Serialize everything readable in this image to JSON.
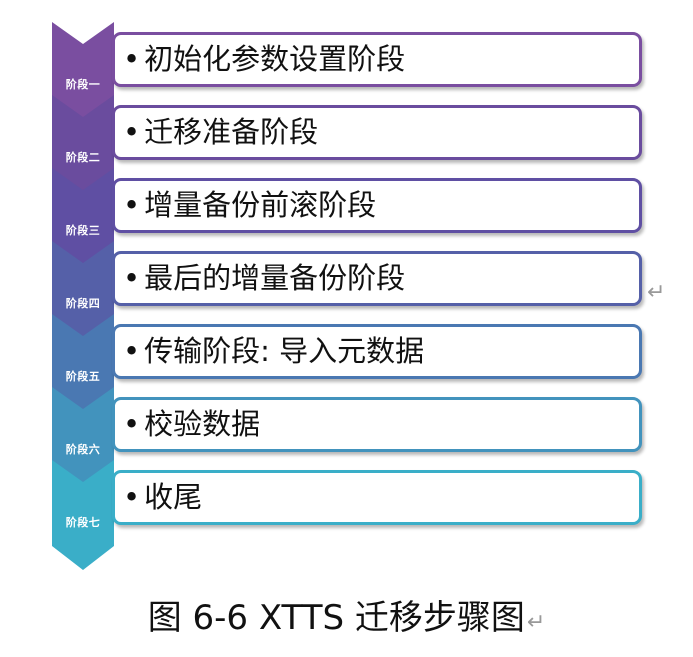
{
  "stages": [
    {
      "stage": "阶段一",
      "text": "初始化参数设置阶段",
      "color": "#7a4ea0"
    },
    {
      "stage": "阶段二",
      "text": "迁移准备阶段",
      "color": "#6a4c9e"
    },
    {
      "stage": "阶段三",
      "text": "增量备份前滚阶段",
      "color": "#5f4fa3"
    },
    {
      "stage": "阶段四",
      "text": "最后的增量备份阶段",
      "color": "#5560a8"
    },
    {
      "stage": "阶段五",
      "text": "传输阶段: 导入元数据",
      "color": "#4a78b2"
    },
    {
      "stage": "阶段六",
      "text": "校验数据",
      "color": "#4293bd"
    },
    {
      "stage": "阶段七",
      "text": "收尾",
      "color": "#3aaec8"
    }
  ],
  "bullet": "•",
  "return_mark": "↵",
  "caption": "图 6-6    XTTS 迁移步骤图"
}
